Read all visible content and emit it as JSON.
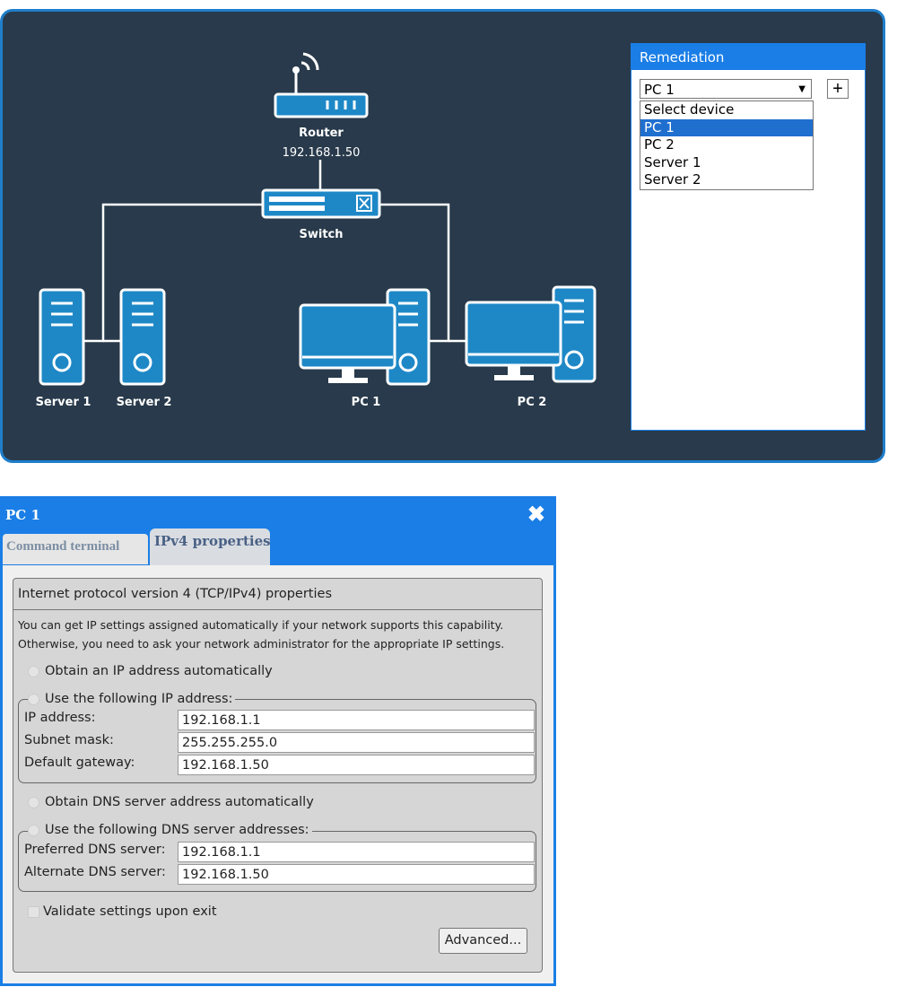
{
  "topology": {
    "router": {
      "label": "Router",
      "ip": "192.168.1.50"
    },
    "switch": {
      "label": "Switch"
    },
    "devices": [
      "Server 1",
      "Server 2",
      "PC 1",
      "PC 2"
    ]
  },
  "remediation": {
    "title": "Remediation",
    "selected": "PC 1",
    "options": [
      "Select device",
      "PC 1",
      "PC 2",
      "Server 1",
      "Server 2"
    ],
    "add_label": "+"
  },
  "dialog": {
    "title": "PC 1",
    "close": "✖",
    "tabs": [
      "Command terminal",
      "IPv4 properties"
    ],
    "active_tab": "IPv4 properties",
    "section_title": "Internet protocol version 4 (TCP/IPv4) properties",
    "description": [
      "You can get IP settings assigned automatically if your network supports this capability.",
      "Otherwise, you need to ask your network administrator for the appropriate IP settings."
    ],
    "obtain_ip_auto": "Obtain an IP address automatically",
    "use_ip": "Use the following IP address:",
    "ip_label": "IP address:",
    "ip_value": "192.168.1.1",
    "mask_label": "Subnet mask:",
    "mask_value": "255.255.255.0",
    "gw_label": "Default gateway:",
    "gw_value": "192.168.1.50",
    "obtain_dns_auto": "Obtain DNS server address automatically",
    "use_dns": "Use the following DNS server addresses:",
    "pdns_label": "Preferred DNS server:",
    "pdns_value": "192.168.1.1",
    "adns_label": "Alternate DNS server:",
    "adns_value": "192.168.1.50",
    "validate": "Validate settings upon exit",
    "advanced": "Advanced..."
  }
}
